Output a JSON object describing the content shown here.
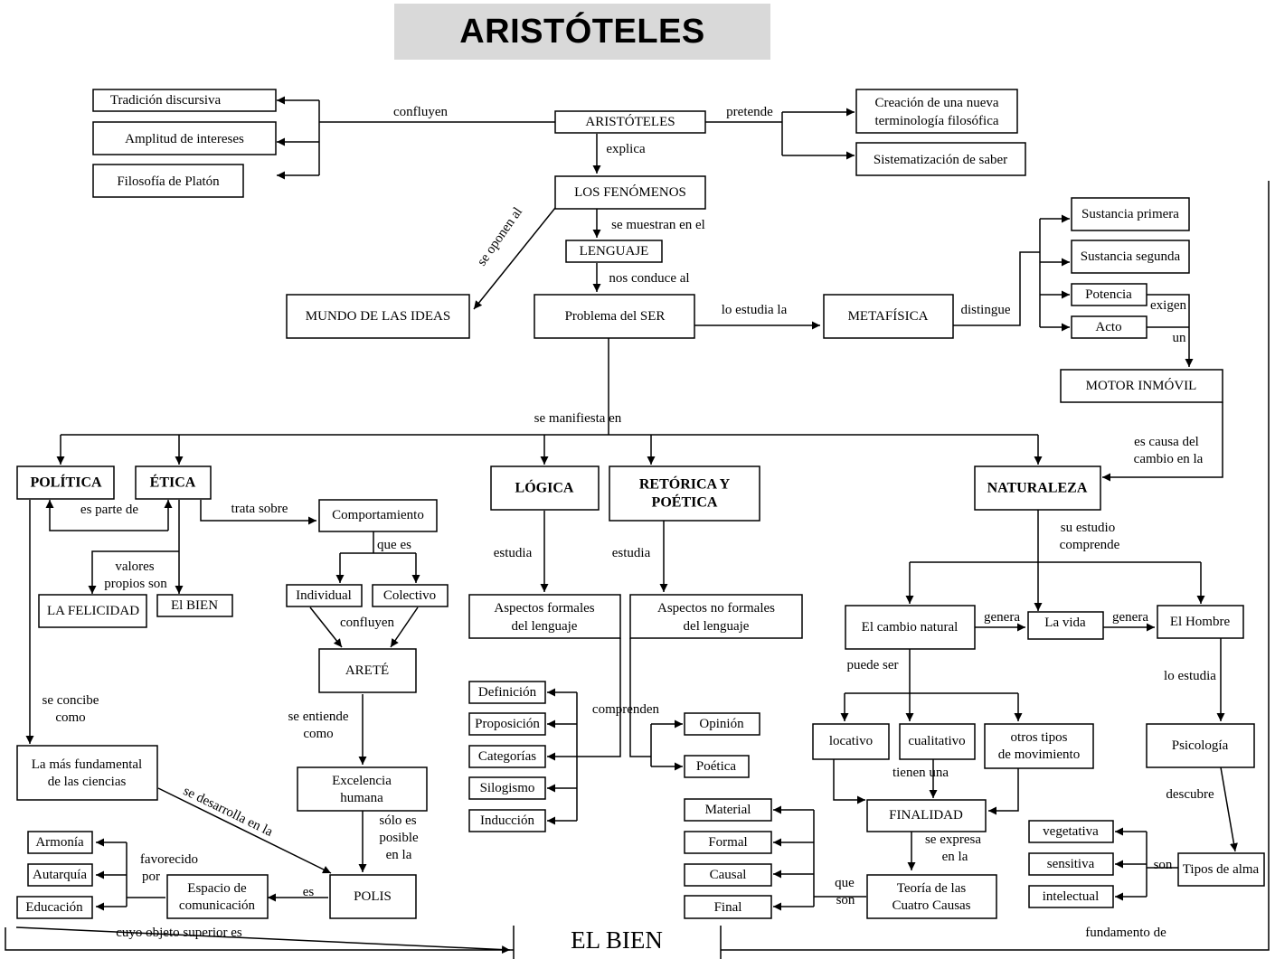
{
  "title": "ARISTÓTELES",
  "nodes": {
    "tradicion": "Tradición discursiva",
    "amplitud": "Amplitud de intereses",
    "platon": "Filosofía de Platón",
    "aristoteles": "ARISTÓTELES",
    "creacion": [
      "Creación  de una nueva",
      "terminología filosófica"
    ],
    "sistematizacion": "Sistematización de saber",
    "fenomenos": "LOS FENÓMENOS",
    "lenguaje": "LENGUAJE",
    "ideas": "MUNDO DE LAS IDEAS",
    "ser": "Problema del SER",
    "metafisica": "METAFÍSICA",
    "sust_primera": "Sustancia primera",
    "sust_segunda": "Sustancia segunda",
    "potencia": "Potencia",
    "acto": "Acto",
    "motor": "MOTOR INMÓVIL",
    "politica": "POLÍTICA",
    "etica": "ÉTICA",
    "logica": "LÓGICA",
    "retorica": [
      "RETÓRICA Y",
      "POÉTICA"
    ],
    "naturaleza": "NATURALEZA",
    "comportamiento": "Comportamiento",
    "felicidad": "LA FELICIDAD",
    "bien_etica": "El BIEN",
    "individual": "Individual",
    "colectivo": "Colectivo",
    "arete": "ARETÉ",
    "excelencia": [
      "Excelencia",
      "humana"
    ],
    "mas_fundamental": [
      "La más fundamental",
      "de las ciencias"
    ],
    "polis": "POLIS",
    "espacio": [
      "Espacio de",
      "comunicación"
    ],
    "armonia": "Armonía",
    "autarquia": "Autarquía",
    "educacion": "Educación",
    "aspectos_formales": [
      "Aspectos formales",
      "del lenguaje"
    ],
    "aspectos_no_formales": [
      "Aspectos no formales",
      "del lenguaje"
    ],
    "definicion": "Definición",
    "proposicion": "Proposición",
    "categorias": "Categorías",
    "silogismo": "Silogismo",
    "induccion": "Inducción",
    "opinion": "Opinión",
    "poetica": "Poética",
    "cambio": "El cambio natural",
    "vida": "La vida",
    "hombre": "El Hombre",
    "locativo": "locativo",
    "cualitativo": "cualitativo",
    "otros": [
      "otros tipos",
      "de movimiento"
    ],
    "finalidad": "FINALIDAD",
    "teoria": [
      "Teoría de las",
      "Cuatro Causas"
    ],
    "material": "Material",
    "formal": "Formal",
    "causal": "Causal",
    "final": "Final",
    "psicologia": "Psicología",
    "tipos_alma": "Tipos de alma",
    "vegetativa": "vegetativa",
    "sensitiva": "sensitiva",
    "intelectual": "intelectual"
  },
  "labels": {
    "confluyen": "confluyen",
    "pretende": "pretende",
    "explica": "explica",
    "se_muestran": "se muestran en el",
    "se_oponen": "se oponen al",
    "nos_conduce": "nos conduce al",
    "lo_estudia_la": "lo estudia la",
    "distingue": "distingue",
    "exigen": "exigen",
    "un": "un",
    "es_causa": [
      "es causa del",
      "cambio en la"
    ],
    "se_manifiesta": "se manifiesta  en",
    "es_parte_de": "es parte de",
    "trata_sobre": "trata sobre",
    "valores": [
      "valores",
      "propios son"
    ],
    "que_es": "que es",
    "confluyen2": "confluyen",
    "se_concibe": [
      "se concibe",
      "como"
    ],
    "se_entiende": [
      "se entiende",
      "como"
    ],
    "solo_es_posible": [
      "sólo es",
      "posible",
      "en la"
    ],
    "se_desarrolla": "se desarrolla en la",
    "es": "es",
    "favorecido": [
      "favorecido",
      "por"
    ],
    "estudia1": "estudia",
    "estudia2": "estudia",
    "comprenden": "comprenden",
    "su_estudio": [
      "su estudio",
      "comprende"
    ],
    "genera1": "genera",
    "genera2": "genera",
    "puede_ser": "puede ser",
    "tienen_una": "tienen una",
    "se_expresa": [
      "se expresa",
      "en la"
    ],
    "que_son": [
      "que",
      "son"
    ],
    "lo_estudia": "lo estudia",
    "descubre": "descubre",
    "son": "son",
    "cuyo_objeto": "cuyo objeto superior es",
    "fundamento": "fundamento de"
  },
  "footer": {
    "el_bien": "EL BIEN"
  }
}
